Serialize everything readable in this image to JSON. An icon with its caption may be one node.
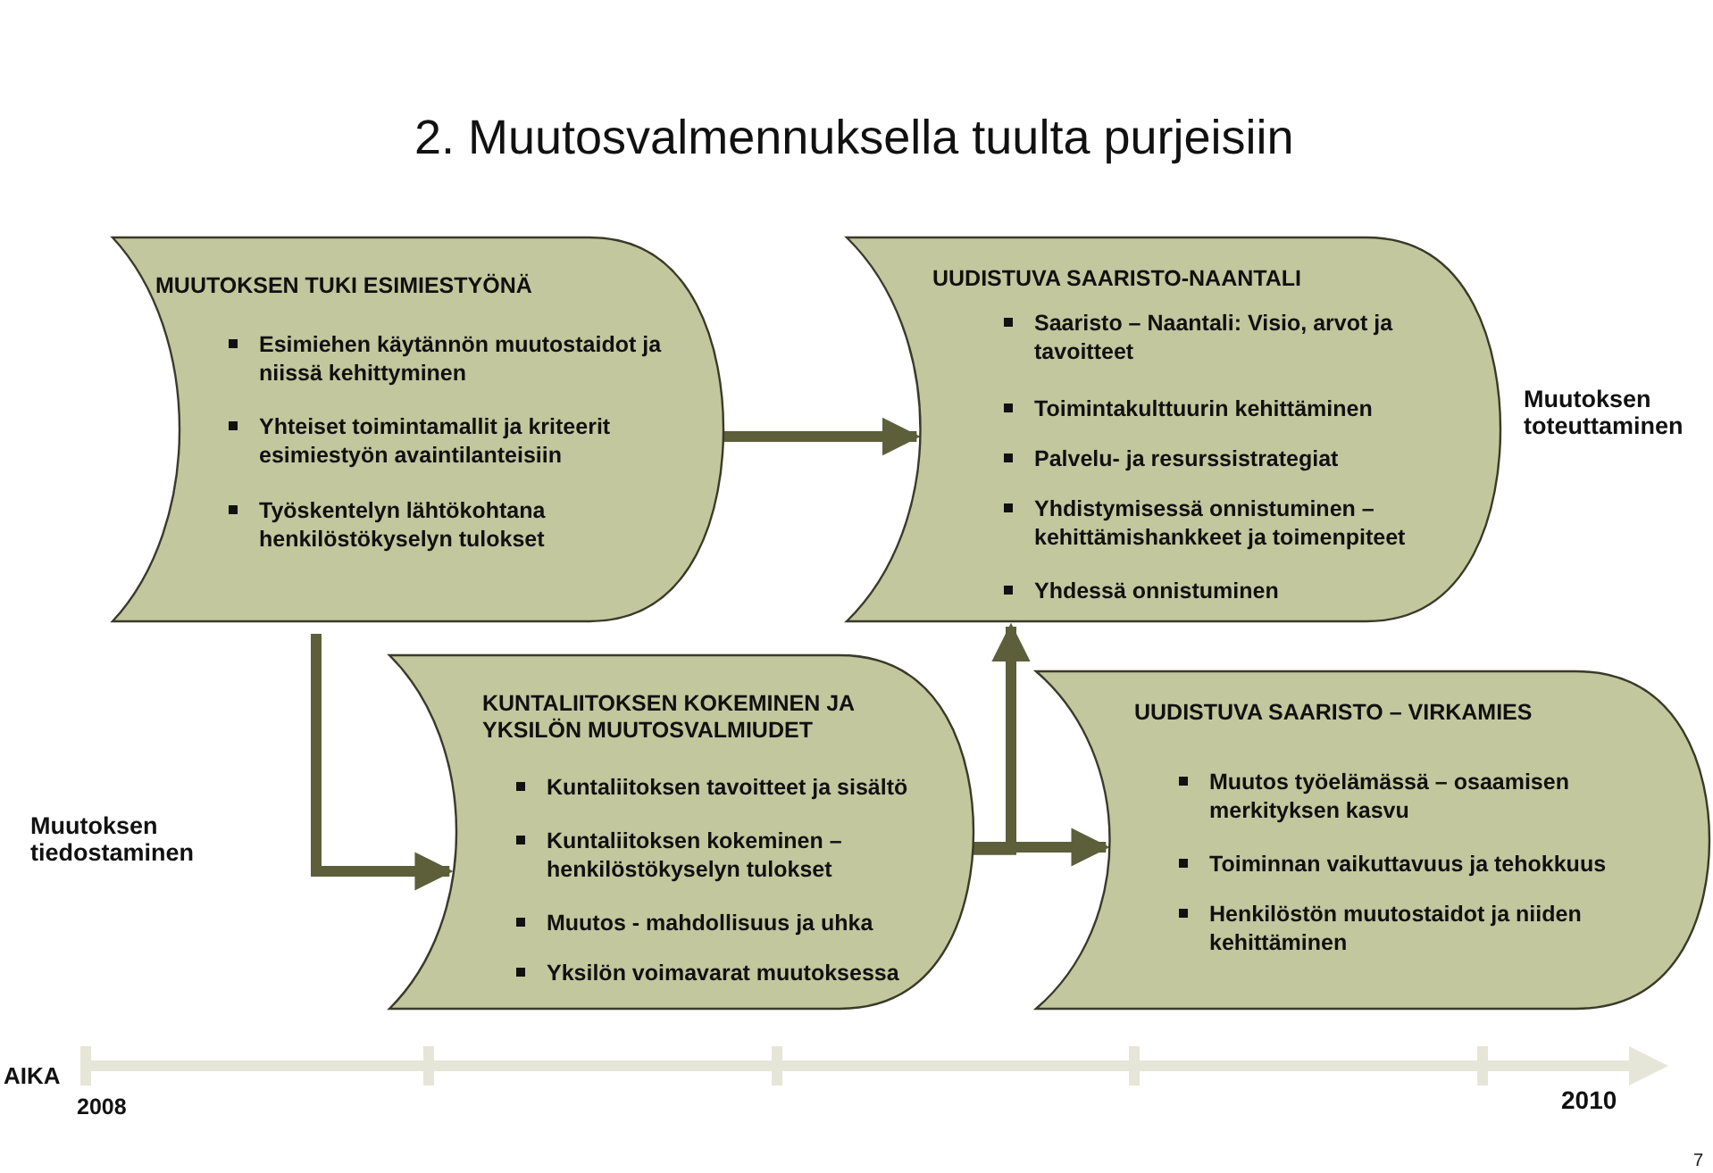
{
  "diagram": {
    "title": "2. Muutosvalmennuksella tuulta purjeisiin",
    "nodes": [
      {
        "text": [
          "MUUTOKSEN TUKI ESIMIESTYÖNÄ",
          "Esimiehen käytännön muutostaidot ja niissä kehittyminen",
          "Yhteiset toimintamallit ja kriteerit esimiestyön avaintilanteisiin",
          "Työskentelyn lähtökohtana henkilöstökyselyn tulokset"
        ]
      },
      {
        "text": [
          "UUDISTUVA SAARISTO-NAANTALI",
          "Saaristo – Naantali: Visio, arvot ja tavoitteet",
          "Toimintakulttuurin kehittäminen",
          "Palvelu- ja resurssistrategiat",
          "Yhdistymisessä onnistuminen – kehittämishankkeet ja toimenpiteet",
          "Yhdessä onnistuminen"
        ]
      },
      {
        "text": [
          "KUNTALIITOKSEN KOKEMINEN JA YKSILÖN MUUTOSVALMIUDET",
          "Kuntaliitoksen tavoitteet ja sisältö",
          "Kuntaliitoksen kokeminen – henkilöstökyselyn tulokset",
          "Muutos - mahdollisuus ja uhka",
          "Yksilön voimavarat muutoksessa"
        ]
      },
      {
        "text": [
          "UUDISTUVA SAARISTO – VIRKAMIES",
          "Muutos työelämässä – osaamisen merkityksen kasvu",
          "Toiminnan vaikuttavuus ja tehokkuus",
          "Henkilöstön muutostaidot ja niiden kehittäminen"
        ]
      }
    ],
    "edges": [
      {
        "from": 0,
        "to": 1,
        "arrow": "to"
      },
      {
        "from": 0,
        "to": 2,
        "arrow": "to"
      },
      {
        "from": 2,
        "to": 3,
        "arrow": "to"
      },
      {
        "from": 2,
        "to": 1,
        "arrow": "to"
      }
    ],
    "labels": [
      "Muutoksen toteuttaminen",
      "Muutoksen tiedostaminen",
      "AIKA",
      "2008",
      "2010",
      "7"
    ]
  }
}
